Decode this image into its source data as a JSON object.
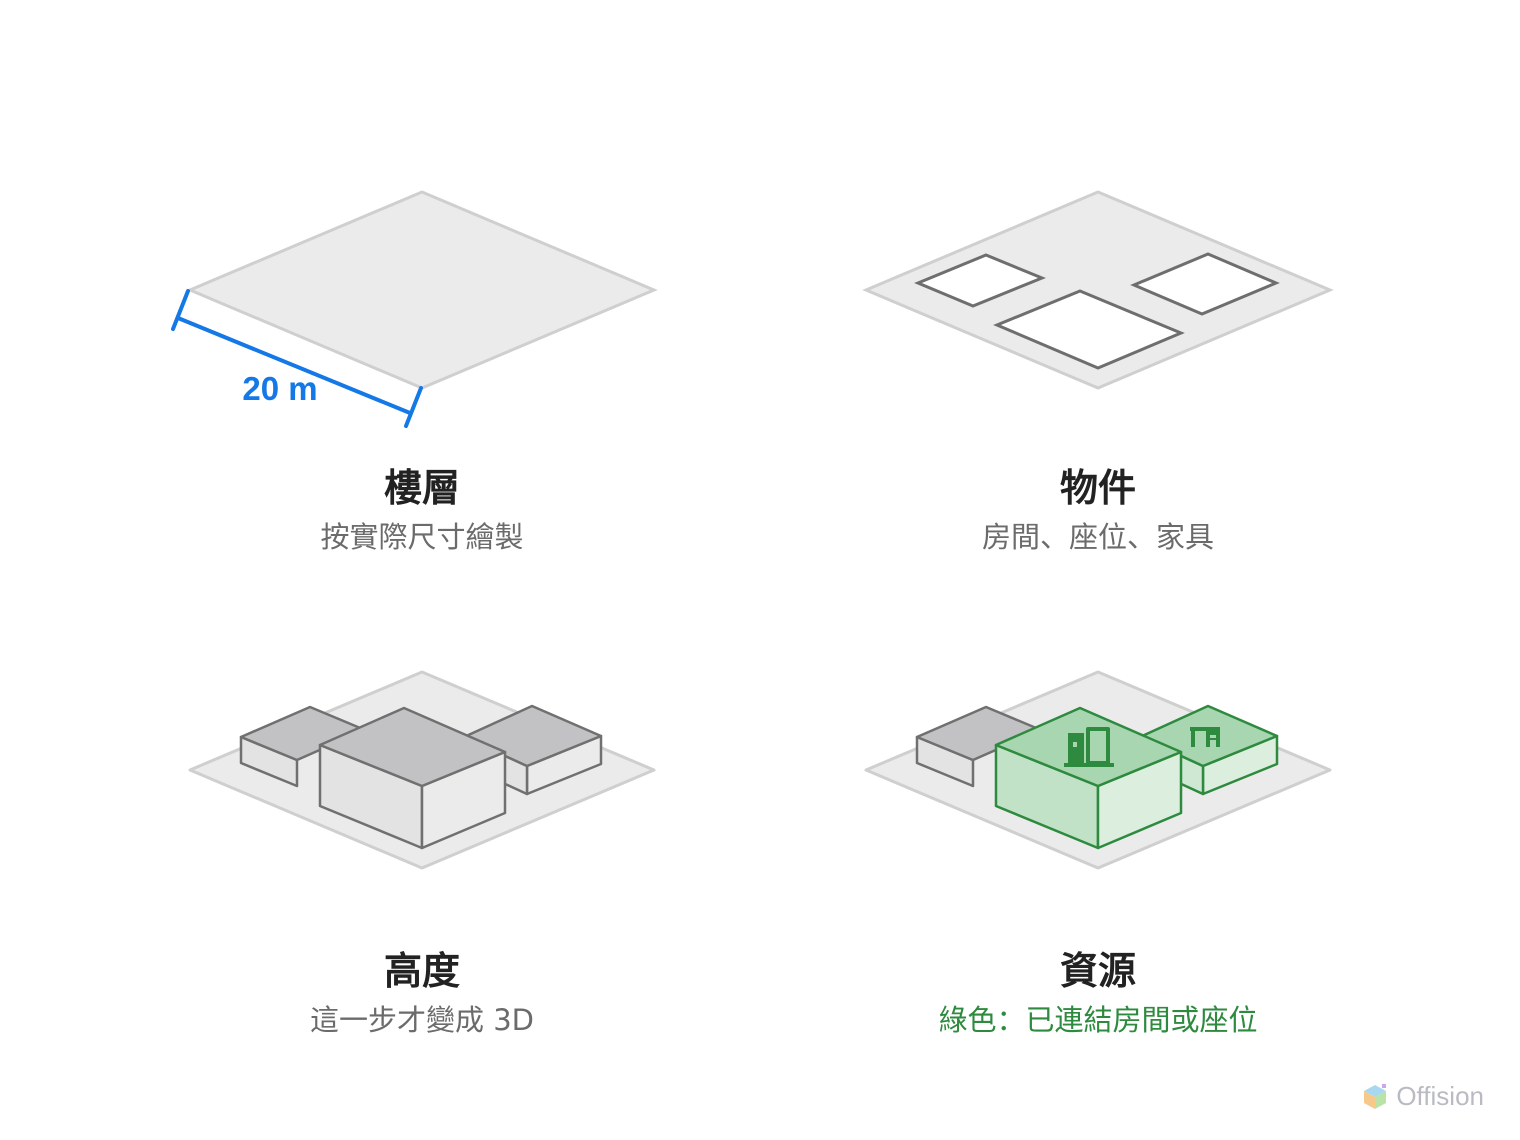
{
  "panels": {
    "floor": {
      "title": "樓層",
      "subtitle": "按實際尺寸繪製",
      "dimension": "20 m"
    },
    "objects": {
      "title": "物件",
      "subtitle": "房間、座位、家具"
    },
    "height": {
      "title": "高度",
      "subtitle": "這一步才變成 3D"
    },
    "resources": {
      "title": "資源",
      "subtitle": "綠色：已連結房間或座位"
    }
  },
  "brand": {
    "name": "Offision"
  },
  "colors": {
    "dimension_blue": "#1478e6",
    "resource_green": "#2e8a3e",
    "plane_fill": "#ebebeb",
    "plane_stroke": "#cfcfcf"
  }
}
